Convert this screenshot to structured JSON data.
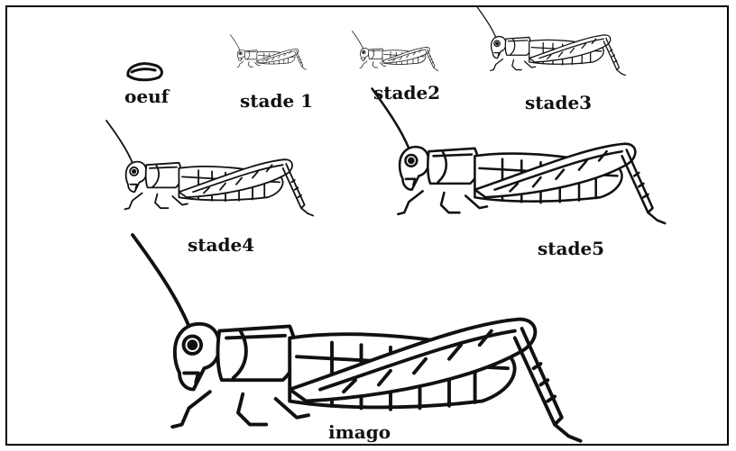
{
  "stages": [
    {
      "id": "egg",
      "label": "oeuf"
    },
    {
      "id": "stage1",
      "label": "stade 1"
    },
    {
      "id": "stage2",
      "label": "stade2"
    },
    {
      "id": "stage3",
      "label": "stade3"
    },
    {
      "id": "stage4",
      "label": "stade4"
    },
    {
      "id": "stage5",
      "label": "stade5"
    },
    {
      "id": "adult",
      "label": "imago"
    }
  ]
}
